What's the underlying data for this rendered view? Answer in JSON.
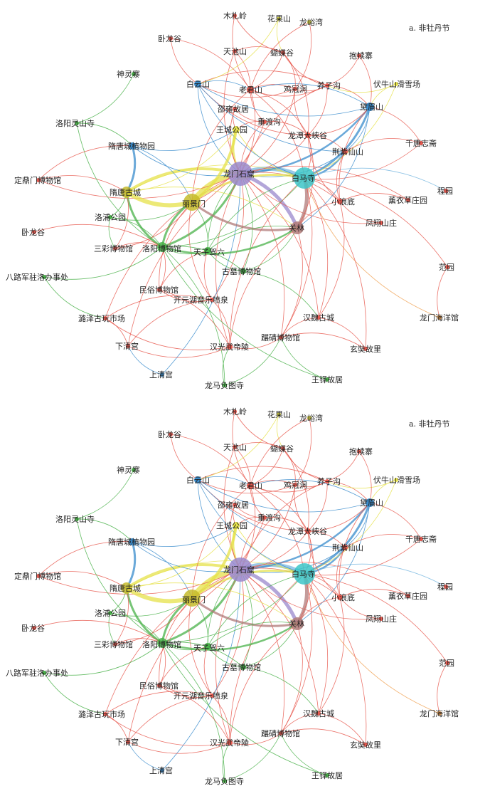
{
  "panels": [
    {
      "caption": "a. 非牡丹节"
    },
    {
      "caption": "a. 非牡丹节"
    }
  ],
  "colors": {
    "purple": "#9a88cc",
    "teal": "#3cc6c8",
    "olive": "#c6bb2c",
    "brown": "#b07a78",
    "green": "#4ab24a",
    "blue": "#3a8ccc",
    "red": "#e85a50",
    "yellow": "#e6e24a",
    "orange": "#f0a050",
    "lightblue": "#7ab8e0"
  },
  "nodes": [
    {
      "id": "longmen",
      "label": "龙门石窟",
      "color": "purple"
    },
    {
      "id": "baima",
      "label": "白马寺",
      "color": "teal"
    },
    {
      "id": "lijing",
      "label": "丽景门",
      "color": "olive"
    },
    {
      "id": "guanlin",
      "label": "关林",
      "color": "brown"
    },
    {
      "id": "suitang_city",
      "label": "隋唐古城",
      "color": "olive"
    },
    {
      "id": "museum",
      "label": "洛阳博物馆",
      "color": "green"
    },
    {
      "id": "wangcheng",
      "label": "王城公园",
      "color": "yellow"
    },
    {
      "id": "tianzi",
      "label": "天子驾六",
      "color": "green"
    },
    {
      "id": "suitang_botanic",
      "label": "隋唐城植物园",
      "color": "blue"
    },
    {
      "id": "laojun",
      "label": "老君山",
      "color": "red"
    },
    {
      "id": "baiyun",
      "label": "白云山",
      "color": "blue"
    },
    {
      "id": "daimei",
      "label": "黛眉山",
      "color": "blue"
    },
    {
      "id": "longtan",
      "label": "龙潭大峡谷",
      "color": "red"
    },
    {
      "id": "jingzi",
      "label": "荆紫仙山",
      "color": "red"
    },
    {
      "id": "xiaolangdi",
      "label": "小浪底",
      "color": "red"
    },
    {
      "id": "jixian",
      "label": "鸡冠洞",
      "color": "red"
    },
    {
      "id": "yangzi",
      "label": "养子沟",
      "color": "red"
    },
    {
      "id": "chongdu",
      "label": "重渡沟",
      "color": "red"
    },
    {
      "id": "shaoyong",
      "label": "邵雍故居",
      "color": "red"
    },
    {
      "id": "tianchi",
      "label": "天池山",
      "color": "red"
    },
    {
      "id": "diediegu",
      "label": "蝴蝶谷",
      "color": "red"
    },
    {
      "id": "muzhaling",
      "label": "木札岭",
      "color": "red"
    },
    {
      "id": "huaguoshan",
      "label": "花果山",
      "color": "yellow"
    },
    {
      "id": "longyuwan",
      "label": "龙峪湾",
      "color": "yellow"
    },
    {
      "id": "baoduzhai",
      "label": "抱犊寨",
      "color": "red"
    },
    {
      "id": "funiu",
      "label": "伏牛山滑雪场",
      "color": "yellow"
    },
    {
      "id": "qiantang",
      "label": "千唐志斋",
      "color": "red"
    },
    {
      "id": "chengyuan",
      "label": "程园",
      "color": "red"
    },
    {
      "id": "xunyicao",
      "label": "薰衣草庄园",
      "color": "red"
    },
    {
      "id": "fengxiang",
      "label": "凤翔山庄",
      "color": "red"
    },
    {
      "id": "fanyuan",
      "label": "范园",
      "color": "red"
    },
    {
      "id": "longmen_ocean",
      "label": "龙门海洋馆",
      "color": "orange"
    },
    {
      "id": "hanwei",
      "label": "汉魏古城",
      "color": "red"
    },
    {
      "id": "xuanzang",
      "label": "玄奘故里",
      "color": "red"
    },
    {
      "id": "wangduo",
      "label": "王铎故居",
      "color": "green"
    },
    {
      "id": "longma",
      "label": "龙马负图寺",
      "color": "green"
    },
    {
      "id": "shangqing",
      "label": "上清宫",
      "color": "blue"
    },
    {
      "id": "xiaqing",
      "label": "下清宫",
      "color": "red"
    },
    {
      "id": "hanguang",
      "label": "汉光武帝陵",
      "color": "red"
    },
    {
      "id": "zhenzhi",
      "label": "蹍碃博物馆",
      "color": "red"
    },
    {
      "id": "kaiyuan",
      "label": "开元湖音乐喷泉",
      "color": "red"
    },
    {
      "id": "luoze",
      "label": "潞泽古玩市场",
      "color": "red"
    },
    {
      "id": "minsu",
      "label": "民俗博物馆",
      "color": "red"
    },
    {
      "id": "gumu",
      "label": "古墓博物馆",
      "color": "green"
    },
    {
      "id": "bajun",
      "label": "八路军驻洛办事处",
      "color": "green"
    },
    {
      "id": "wolonggu_w",
      "label": "卧龙谷",
      "color": "red"
    },
    {
      "id": "sancai",
      "label": "三彩博物馆",
      "color": "red"
    },
    {
      "id": "luopu",
      "label": "洛浦公园",
      "color": "green"
    },
    {
      "id": "dingding",
      "label": "定鼎门博物馆",
      "color": "red"
    },
    {
      "id": "lingshan",
      "label": "洛阳灵山寺",
      "color": "green"
    },
    {
      "id": "shenling",
      "label": "神灵寨",
      "color": "green"
    },
    {
      "id": "wolonggu_n",
      "label": "卧龙谷",
      "color": "red"
    }
  ],
  "edges": [
    [
      "longmen",
      "baima",
      "lightblue"
    ],
    [
      "longmen",
      "lijing",
      "yellow"
    ],
    [
      "longmen",
      "guanlin",
      "purple"
    ],
    [
      "longmen",
      "suitang_city",
      "yellow"
    ],
    [
      "longmen",
      "museum",
      "green"
    ],
    [
      "longmen",
      "wangcheng",
      "yellow"
    ],
    [
      "longmen",
      "laojun",
      "red"
    ],
    [
      "longmen",
      "daimei",
      "blue"
    ],
    [
      "longmen",
      "longtan",
      "red"
    ],
    [
      "longmen",
      "jingzi",
      "blue"
    ],
    [
      "longmen",
      "xiaolangdi",
      "red"
    ],
    [
      "longmen",
      "tianzi",
      "green"
    ],
    [
      "longmen",
      "suitang_botanic",
      "blue"
    ],
    [
      "longmen",
      "baiyun",
      "blue"
    ],
    [
      "longmen",
      "chongdu",
      "red"
    ],
    [
      "longmen",
      "hanguang",
      "red"
    ],
    [
      "longmen",
      "zhenzhi",
      "red"
    ],
    [
      "longmen",
      "gumu",
      "green"
    ],
    [
      "longmen",
      "luoze",
      "red"
    ],
    [
      "longmen",
      "kaiyuan",
      "red"
    ],
    [
      "longmen",
      "shangqing",
      "blue"
    ],
    [
      "longmen",
      "xiaqing",
      "red"
    ],
    [
      "longmen",
      "jixian",
      "red"
    ],
    [
      "longmen",
      "yangzi",
      "red"
    ],
    [
      "longmen",
      "hanwei",
      "red"
    ],
    [
      "longmen",
      "fengxiang",
      "red"
    ],
    [
      "longmen",
      "xunyicao",
      "red"
    ],
    [
      "longmen",
      "shaoyong",
      "red"
    ],
    [
      "longmen",
      "tianchi",
      "red"
    ],
    [
      "longmen",
      "dingding",
      "red"
    ],
    [
      "baima",
      "guanlin",
      "brown"
    ],
    [
      "baima",
      "lijing",
      "yellow"
    ],
    [
      "baima",
      "suitang_city",
      "yellow"
    ],
    [
      "baima",
      "museum",
      "green"
    ],
    [
      "baima",
      "daimei",
      "blue"
    ],
    [
      "baima",
      "jingzi",
      "blue"
    ],
    [
      "baima",
      "longtan",
      "red"
    ],
    [
      "baima",
      "laojun",
      "red"
    ],
    [
      "baima",
      "xiaolangdi",
      "red"
    ],
    [
      "baima",
      "wangcheng",
      "yellow"
    ],
    [
      "baima",
      "tianzi",
      "green"
    ],
    [
      "baima",
      "baiyun",
      "blue"
    ],
    [
      "baima",
      "chengyuan",
      "lightblue"
    ],
    [
      "baima",
      "qiantang",
      "red"
    ],
    [
      "baima",
      "funiu",
      "yellow"
    ],
    [
      "baima",
      "hanguang",
      "red"
    ],
    [
      "baima",
      "hanwei",
      "red"
    ],
    [
      "baima",
      "zhenzhi",
      "red"
    ],
    [
      "baima",
      "longmen_ocean",
      "orange"
    ],
    [
      "baima",
      "fanyuan",
      "red"
    ],
    [
      "baima",
      "xuanzang",
      "red"
    ],
    [
      "lijing",
      "suitang_city",
      "yellow"
    ],
    [
      "lijing",
      "museum",
      "green"
    ],
    [
      "lijing",
      "wangcheng",
      "yellow"
    ],
    [
      "lijing",
      "guanlin",
      "brown"
    ],
    [
      "lijing",
      "tianzi",
      "green"
    ],
    [
      "lijing",
      "suitang_botanic",
      "blue"
    ],
    [
      "lijing",
      "sancai",
      "red"
    ],
    [
      "lijing",
      "luopu",
      "green"
    ],
    [
      "lijing",
      "minsu",
      "red"
    ],
    [
      "lijing",
      "kaiyuan",
      "red"
    ],
    [
      "lijing",
      "laojun",
      "red"
    ],
    [
      "lijing",
      "chongdu",
      "red"
    ],
    [
      "guanlin",
      "museum",
      "green"
    ],
    [
      "guanlin",
      "suitang_city",
      "yellow"
    ],
    [
      "guanlin",
      "tianzi",
      "green"
    ],
    [
      "guanlin",
      "daimei",
      "blue"
    ],
    [
      "guanlin",
      "xiaolangdi",
      "red"
    ],
    [
      "guanlin",
      "hanguang",
      "red"
    ],
    [
      "guanlin",
      "gumu",
      "green"
    ],
    [
      "guanlin",
      "zhenzhi",
      "red"
    ],
    [
      "guanlin",
      "longtan",
      "red"
    ],
    [
      "suitang_city",
      "museum",
      "green"
    ],
    [
      "suitang_city",
      "suitang_botanic",
      "blue"
    ],
    [
      "suitang_city",
      "wangcheng",
      "yellow"
    ],
    [
      "suitang_city",
      "luopu",
      "green"
    ],
    [
      "suitang_city",
      "dingding",
      "red"
    ],
    [
      "suitang_city",
      "sancai",
      "red"
    ],
    [
      "museum",
      "tianzi",
      "green"
    ],
    [
      "museum",
      "luopu",
      "green"
    ],
    [
      "museum",
      "sancai",
      "red"
    ],
    [
      "museum",
      "minsu",
      "red"
    ],
    [
      "museum",
      "gumu",
      "green"
    ],
    [
      "museum",
      "bajun",
      "green"
    ],
    [
      "museum",
      "lingshan",
      "green"
    ],
    [
      "museum",
      "wangduo",
      "green"
    ],
    [
      "museum",
      "longma",
      "green"
    ],
    [
      "wangcheng",
      "suitang_botanic",
      "blue"
    ],
    [
      "wangcheng",
      "shaoyong",
      "red"
    ],
    [
      "wangcheng",
      "chongdu",
      "red"
    ],
    [
      "laojun",
      "jixian",
      "red"
    ],
    [
      "laojun",
      "yangzi",
      "red"
    ],
    [
      "laojun",
      "longtan",
      "red"
    ],
    [
      "laojun",
      "chongdu",
      "red"
    ],
    [
      "laojun",
      "baiyun",
      "blue"
    ],
    [
      "laojun",
      "tianchi",
      "red"
    ],
    [
      "laojun",
      "diediegu",
      "red"
    ],
    [
      "laojun",
      "muzhaling",
      "red"
    ],
    [
      "laojun",
      "daimei",
      "blue"
    ],
    [
      "baiyun",
      "daimei",
      "blue"
    ],
    [
      "baiyun",
      "longtan",
      "red"
    ],
    [
      "baiyun",
      "jixian",
      "red"
    ],
    [
      "baiyun",
      "yangzi",
      "red"
    ],
    [
      "baiyun",
      "jingzi",
      "blue"
    ],
    [
      "baiyun",
      "huaguoshan",
      "yellow"
    ],
    [
      "daimei",
      "longtan",
      "red"
    ],
    [
      "daimei",
      "jingzi",
      "blue"
    ],
    [
      "daimei",
      "xiaolangdi",
      "red"
    ],
    [
      "daimei",
      "yangzi",
      "red"
    ],
    [
      "daimei",
      "funiu",
      "yellow"
    ],
    [
      "daimei",
      "qiantang",
      "red"
    ],
    [
      "longtan",
      "xiaolangdi",
      "red"
    ],
    [
      "longtan",
      "jixian",
      "red"
    ],
    [
      "longtan",
      "yangzi",
      "red"
    ],
    [
      "longtan",
      "jingzi",
      "red"
    ],
    [
      "longtan",
      "chongdu",
      "red"
    ],
    [
      "longtan",
      "diediegu",
      "red"
    ],
    [
      "jingzi",
      "xiaolangdi",
      "red"
    ],
    [
      "jingzi",
      "qiantang",
      "red"
    ],
    [
      "xiaolangdi",
      "xunyicao",
      "red"
    ],
    [
      "xiaolangdi",
      "fengxiang",
      "red"
    ],
    [
      "xiaolangdi",
      "hanwei",
      "red"
    ],
    [
      "jixian",
      "yangzi",
      "red"
    ],
    [
      "jixian",
      "diediegu",
      "red"
    ],
    [
      "jixian",
      "longyuwan",
      "red"
    ],
    [
      "yangzi",
      "baoduzhai",
      "red"
    ],
    [
      "yangzi",
      "funiu",
      "yellow"
    ],
    [
      "yangzi",
      "diediegu",
      "red"
    ],
    [
      "chongdu",
      "shaoyong",
      "red"
    ],
    [
      "tianchi",
      "diediegu",
      "red"
    ],
    [
      "muzhaling",
      "diediegu",
      "red"
    ],
    [
      "huaguoshan",
      "diediegu",
      "yellow"
    ],
    [
      "longyuwan",
      "laojun",
      "red"
    ],
    [
      "baoduzhai",
      "daimei",
      "red"
    ],
    [
      "hanguang",
      "zhenzhi",
      "red"
    ],
    [
      "hanguang",
      "xiaqing",
      "red"
    ],
    [
      "hanguang",
      "longma",
      "green"
    ],
    [
      "hanguang",
      "kaiyuan",
      "red"
    ],
    [
      "hanguang",
      "luoze",
      "red"
    ],
    [
      "hanguang",
      "minsu",
      "red"
    ],
    [
      "zhenzhi",
      "xuanzang",
      "red"
    ],
    [
      "zhenzhi",
      "wangduo",
      "green"
    ],
    [
      "zhenzhi",
      "longma",
      "green"
    ],
    [
      "kaiyuan",
      "luoze",
      "red"
    ],
    [
      "kaiyuan",
      "minsu",
      "red"
    ],
    [
      "kaiyuan",
      "xiaqing",
      "red"
    ],
    [
      "tianzi",
      "gumu",
      "green"
    ],
    [
      "tianzi",
      "kaiyuan",
      "red"
    ],
    [
      "tianzi",
      "minsu",
      "red"
    ],
    [
      "sancai",
      "luopu",
      "green"
    ],
    [
      "dingding",
      "suitang_botanic",
      "red"
    ],
    [
      "lingshan",
      "suitang_botanic",
      "green"
    ],
    [
      "shenling",
      "lingshan",
      "green"
    ],
    [
      "wolonggu_n",
      "laojun",
      "red"
    ],
    [
      "wolonggu_n",
      "baiyun",
      "red"
    ],
    [
      "wolonggu_w",
      "museum",
      "red"
    ],
    [
      "bajun",
      "luoze",
      "green"
    ],
    [
      "hanwei",
      "xuanzang",
      "red"
    ],
    [
      "fanyuan",
      "longmen_ocean",
      "red"
    ],
    [
      "xiaqing",
      "shangqing",
      "blue"
    ],
    [
      "luoze",
      "xiaqing",
      "red"
    ],
    [
      "gumu",
      "hanwei",
      "green"
    ],
    [
      "zhenzhi",
      "hanwei",
      "red"
    ]
  ]
}
